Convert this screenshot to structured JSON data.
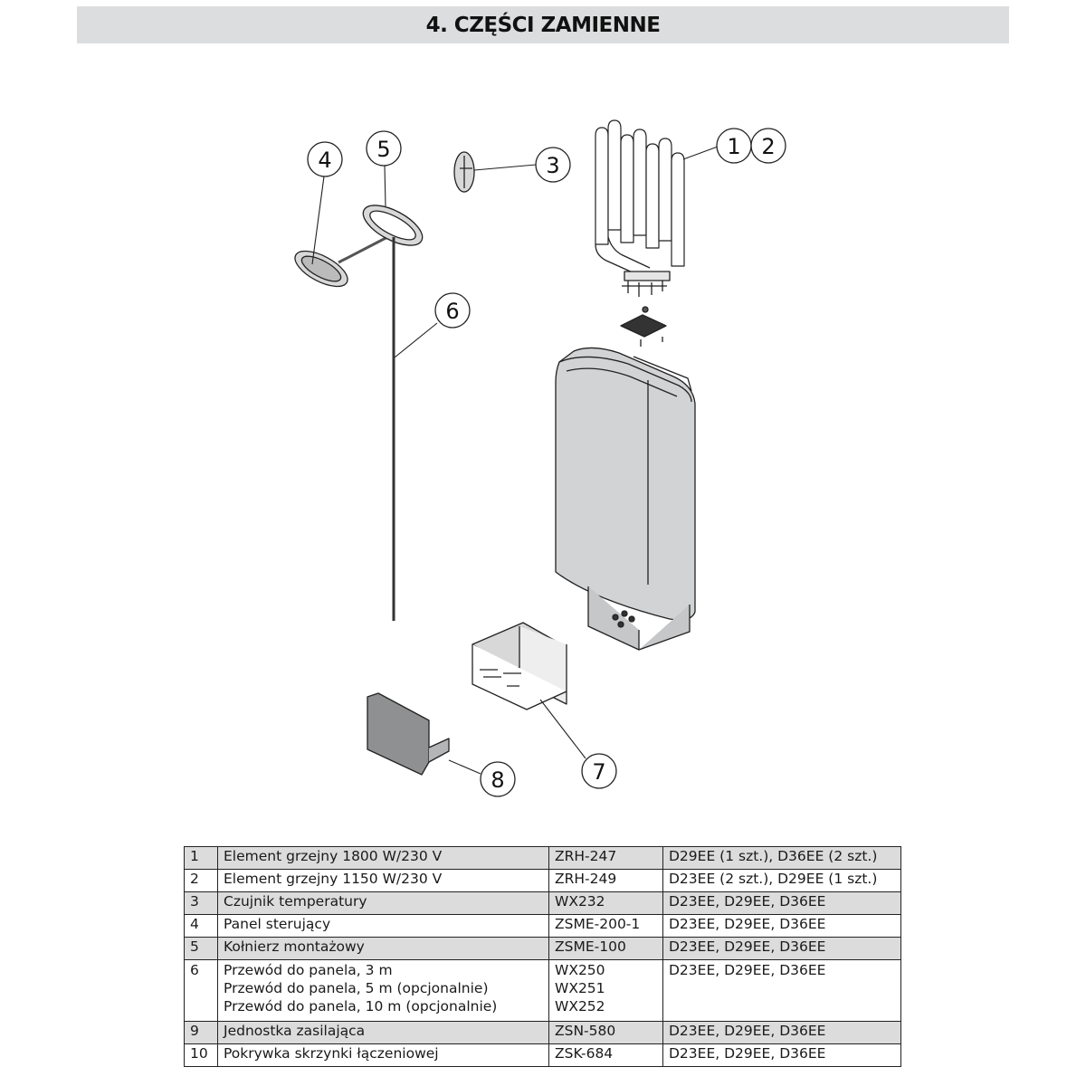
{
  "header": {
    "title": "4. CZĘŚCI ZAMIENNE"
  },
  "diagram": {
    "callouts": [
      {
        "id": "c1",
        "label": "1"
      },
      {
        "id": "c2",
        "label": "2"
      },
      {
        "id": "c3",
        "label": "3"
      },
      {
        "id": "c4",
        "label": "4"
      },
      {
        "id": "c5",
        "label": "5"
      },
      {
        "id": "c6",
        "label": "6"
      },
      {
        "id": "c7",
        "label": "7"
      },
      {
        "id": "c8",
        "label": "8"
      }
    ],
    "colors": {
      "line": "#222222",
      "part_fill": "#d2d3d5",
      "part_fill_dark": "#a9aaac"
    }
  },
  "parts_table": {
    "rows": [
      {
        "num": "1",
        "desc": [
          "Element grzejny 1800 W/230 V"
        ],
        "code": [
          "ZRH-247"
        ],
        "models": "D29EE (1 szt.), D36EE (2 szt.)",
        "shaded": true
      },
      {
        "num": "2",
        "desc": [
          "Element grzejny 1150 W/230 V"
        ],
        "code": [
          "ZRH-249"
        ],
        "models": "D23EE (2 szt.), D29EE (1 szt.)",
        "shaded": false
      },
      {
        "num": "3",
        "desc": [
          "Czujnik temperatury"
        ],
        "code": [
          "WX232"
        ],
        "models": "D23EE, D29EE, D36EE",
        "shaded": true
      },
      {
        "num": "4",
        "desc": [
          "Panel sterujący"
        ],
        "code": [
          "ZSME-200-1"
        ],
        "models": "D23EE, D29EE, D36EE",
        "shaded": false
      },
      {
        "num": "5",
        "desc": [
          "Kołnierz montażowy"
        ],
        "code": [
          "ZSME-100"
        ],
        "models": "D23EE, D29EE, D36EE",
        "shaded": true
      },
      {
        "num": "6",
        "desc": [
          "Przewód do panela, 3 m",
          "Przewód do panela, 5 m (opcjonalnie)",
          "Przewód do panela, 10 m (opcjonalnie)"
        ],
        "code": [
          "WX250",
          "WX251",
          "WX252"
        ],
        "models": "D23EE, D29EE, D36EE",
        "shaded": false
      },
      {
        "num": "9",
        "desc": [
          "Jednostka zasilająca"
        ],
        "code": [
          "ZSN-580"
        ],
        "models": "D23EE, D29EE, D36EE",
        "shaded": true
      },
      {
        "num": "10",
        "desc": [
          "Pokrywka skrzynki łączeniowej"
        ],
        "code": [
          "ZSK-684"
        ],
        "models": "D23EE, D29EE, D36EE",
        "shaded": false
      }
    ]
  }
}
